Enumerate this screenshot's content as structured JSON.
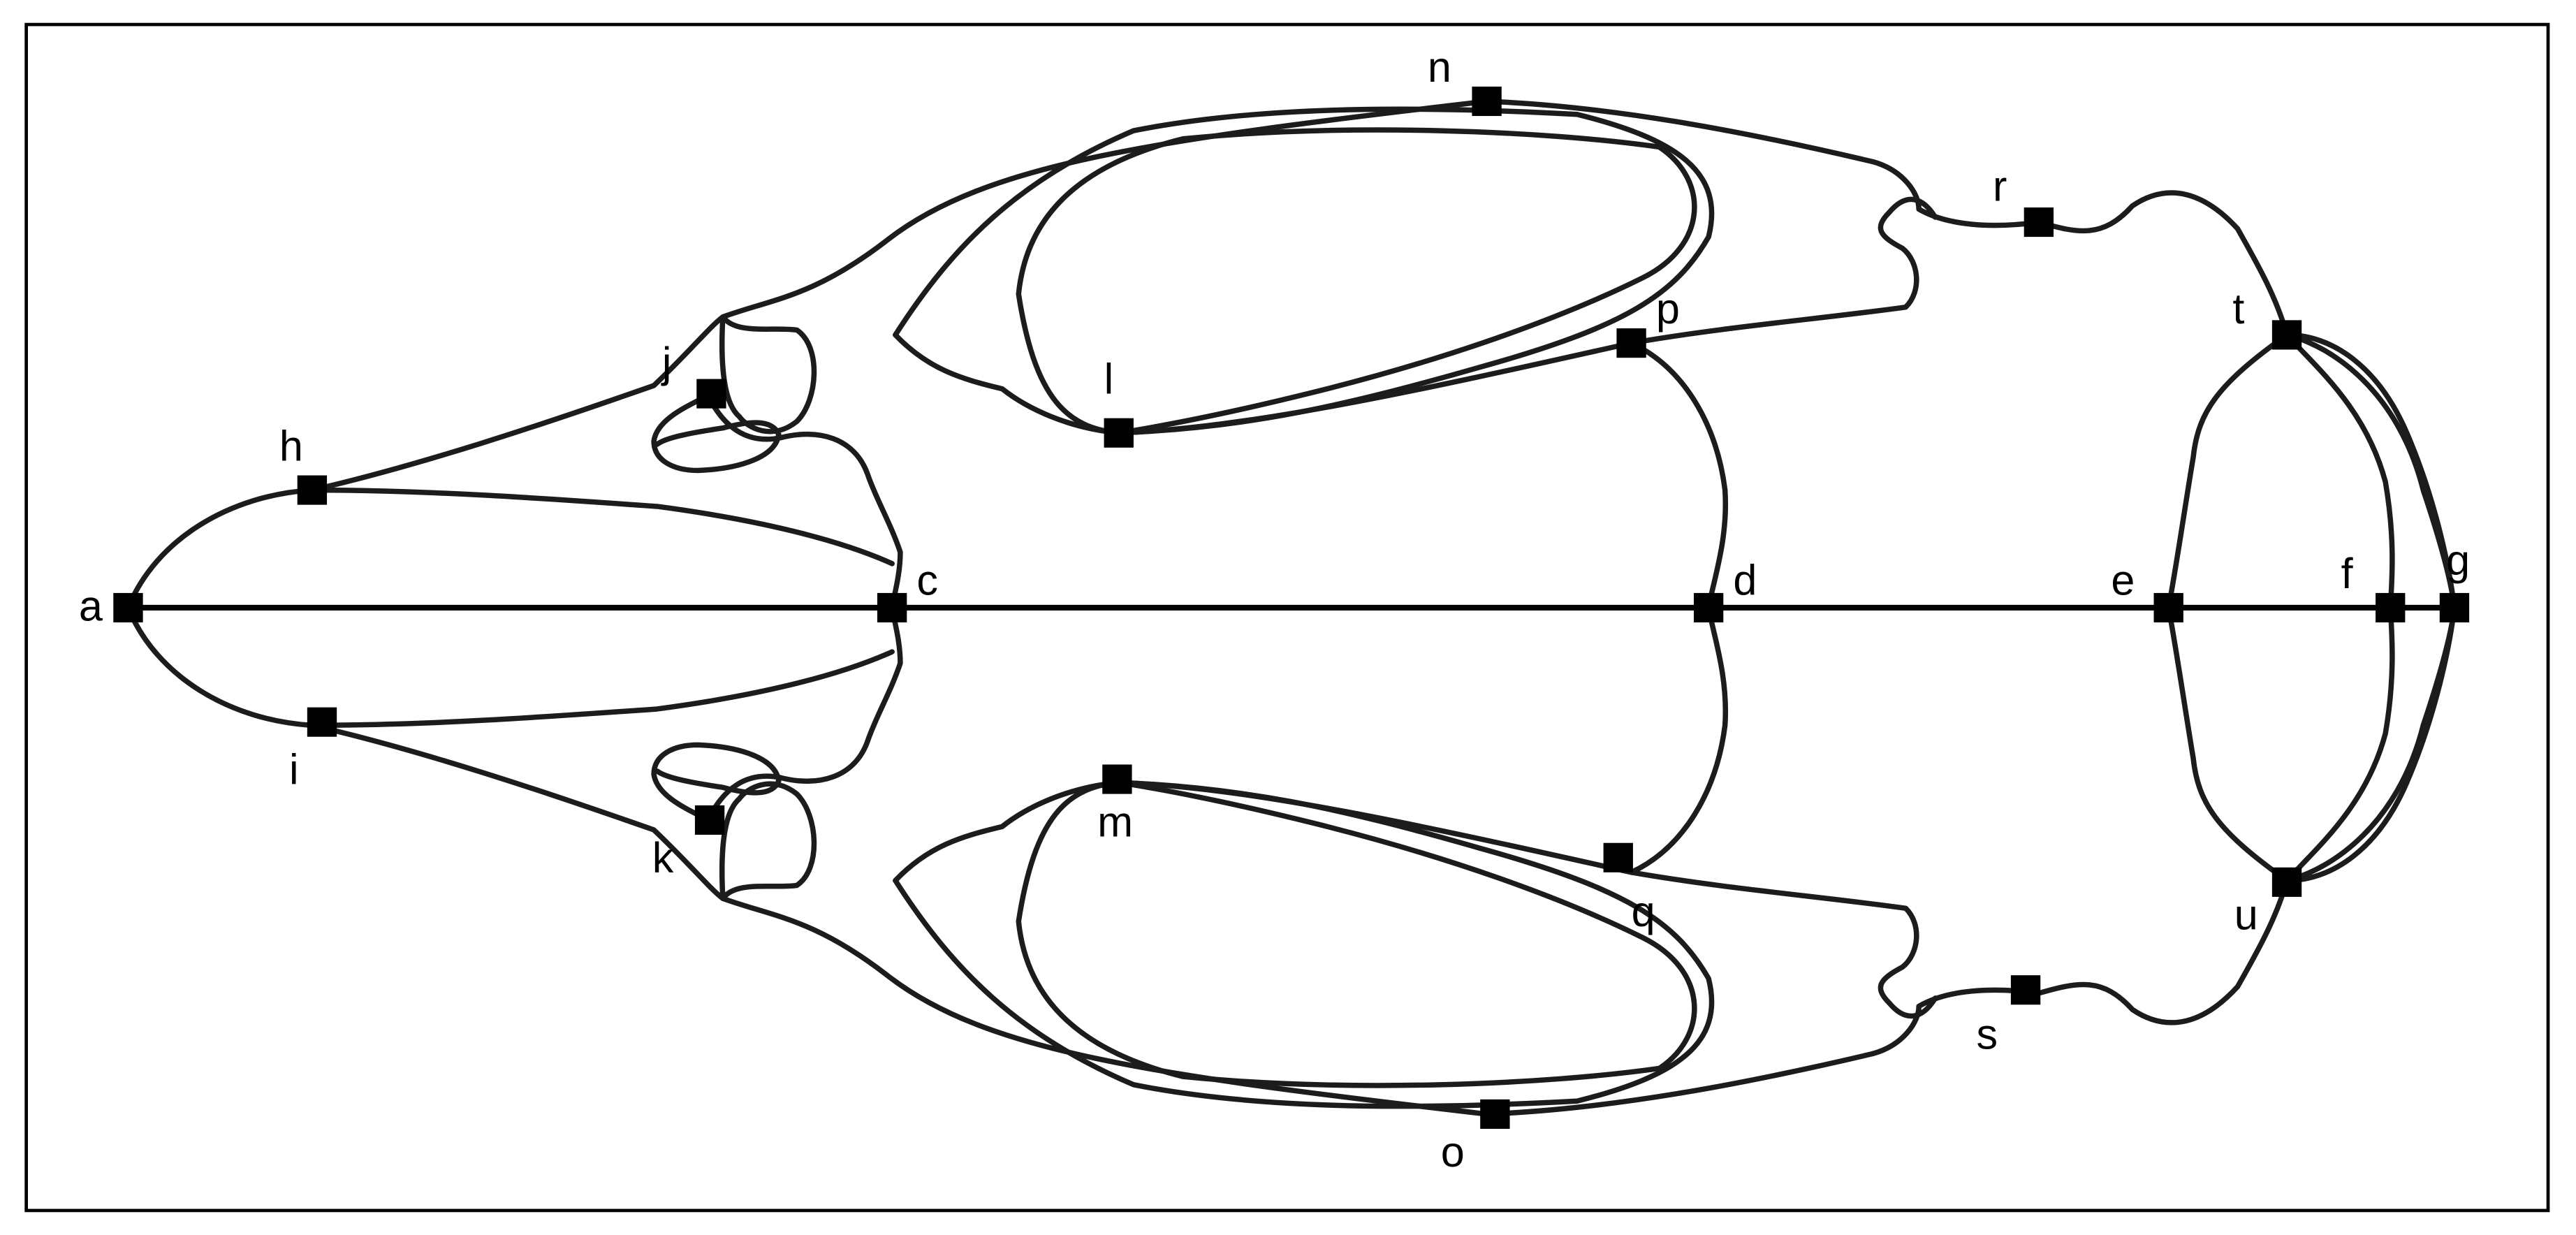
{
  "figure": {
    "border_color": "#000000",
    "line_color": "#1c1c1c",
    "landmarks": [
      {
        "id": "a"
      },
      {
        "id": "c"
      },
      {
        "id": "d"
      },
      {
        "id": "e"
      },
      {
        "id": "f"
      },
      {
        "id": "g"
      },
      {
        "id": "h"
      },
      {
        "id": "i"
      },
      {
        "id": "j"
      },
      {
        "id": "k"
      },
      {
        "id": "l"
      },
      {
        "id": "m"
      },
      {
        "id": "n"
      },
      {
        "id": "o"
      },
      {
        "id": "p"
      },
      {
        "id": "q"
      },
      {
        "id": "r"
      },
      {
        "id": "s"
      },
      {
        "id": "t"
      },
      {
        "id": "u"
      }
    ]
  }
}
